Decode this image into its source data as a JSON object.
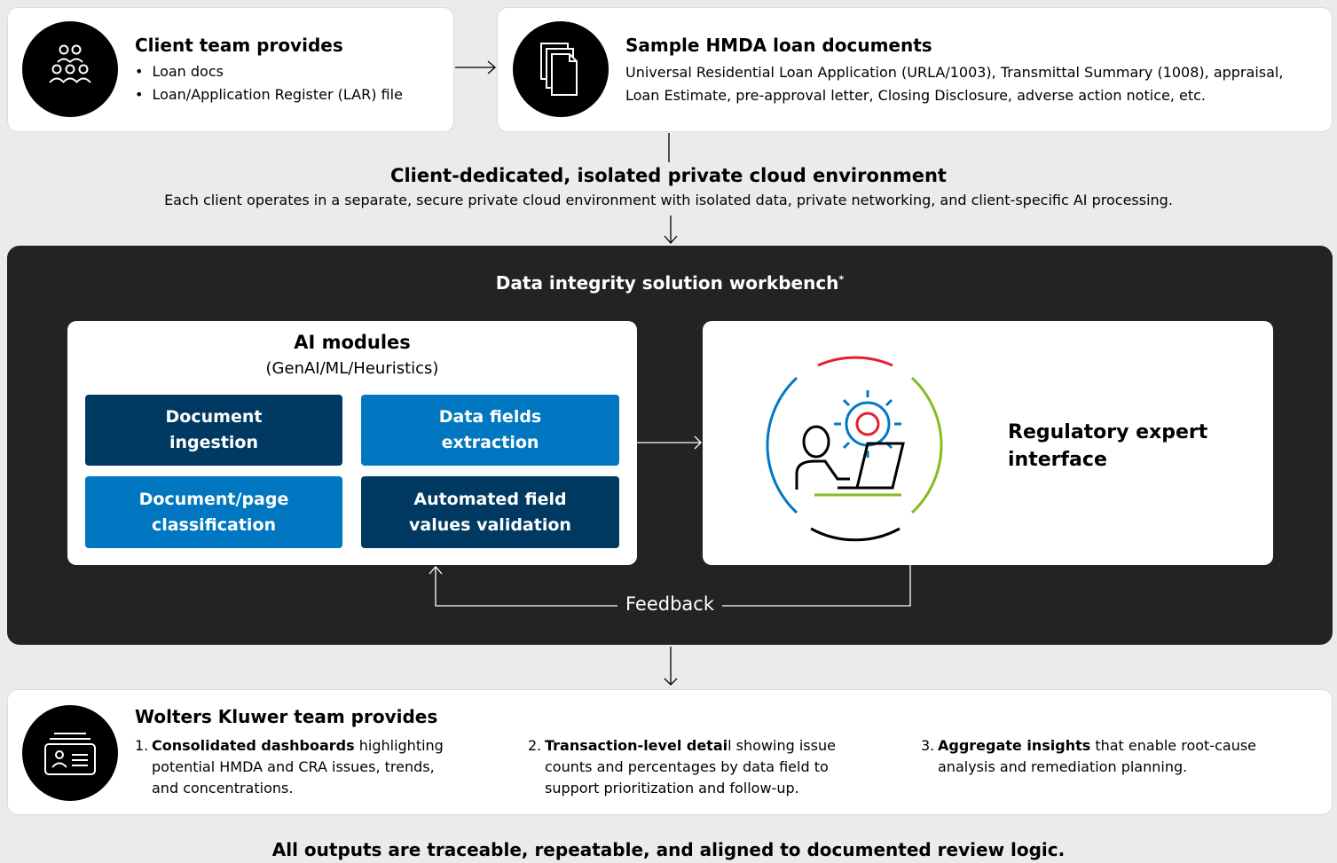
{
  "client": {
    "title": "Client team provides",
    "bullets": [
      "Loan docs",
      "Loan/Application Register (LAR) file"
    ],
    "icon": "team-icon"
  },
  "sample_docs": {
    "title": "Sample HMDA loan documents",
    "line1": "Universal Residential Loan Application (URLA/1003), Transmittal Summary (1008), appraisal,",
    "line2": "Loan Estimate, pre-approval letter, Closing Disclosure, adverse action notice, etc.",
    "icon": "documents-icon"
  },
  "cloud": {
    "title": "Client-dedicated, isolated private cloud environment",
    "description": "Each client operates in a separate, secure private cloud environment with isolated data, private networking, and client-specific AI processing."
  },
  "workbench": {
    "title": "Data integrity solution workbench",
    "footnote_mark": "*",
    "ai_modules": {
      "title": "AI modules",
      "subtitle": "(GenAI/ML/Heuristics)",
      "modules": [
        {
          "line1": "Document",
          "line2": "ingestion"
        },
        {
          "line1": "Data fields",
          "line2": "extraction"
        },
        {
          "line1": "Document/page",
          "line2": "classification"
        },
        {
          "line1": "Automated field",
          "line2": "values validation"
        }
      ]
    },
    "expert": {
      "line1": "Regulatory expert",
      "line2": "interface",
      "icon": "expert-workstation-icon"
    },
    "feedback_label": "Feedback"
  },
  "wk": {
    "title": "Wolters Kluwer team provides",
    "icon": "dashboard-profile-icon",
    "items": [
      {
        "num": "1.",
        "bold": "Consolidated dashboards",
        "rest1": " highlighting",
        "line2": "potential HMDA and CRA issues, trends,",
        "line3": "and concentrations."
      },
      {
        "num": "2.",
        "bold": "Transaction-level detai",
        "rest1": "l showing issue",
        "line2": "counts and percentages by data field to",
        "line3": "support prioritization and follow-up."
      },
      {
        "num": "3.",
        "bold": "Aggregate insights",
        "rest1": " that enable root-cause",
        "line2": "analysis and remediation planning.",
        "line3": ""
      }
    ]
  },
  "footer": {
    "statement": "All outputs are traceable, repeatable, and aligned to documented review logic."
  },
  "colors": {
    "navy": "#003a63",
    "blue": "#0077c0",
    "dark_panel": "#232323",
    "ring_red": "#e5202e",
    "ring_green": "#85bc20",
    "ring_blue": "#007ac3"
  }
}
